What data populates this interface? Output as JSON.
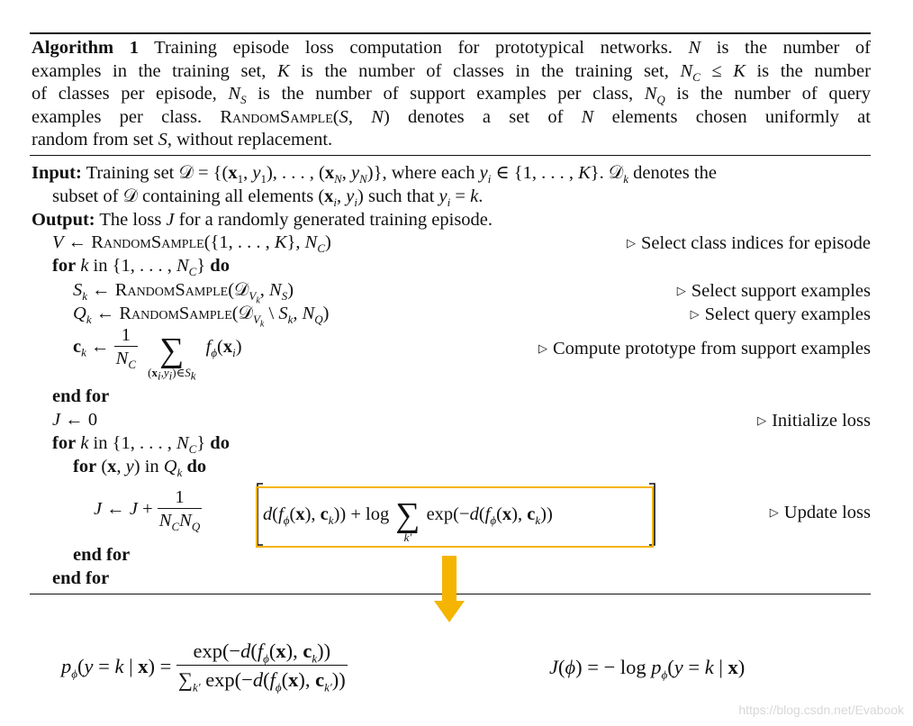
{
  "caption": {
    "label": "Algorithm 1",
    "lines": [
      "Training episode loss computation for prototypical networks. N is the number of",
      "examples in the training set, K is the number of classes in the training set, N_C ≤ K is the number",
      "of classes per episode, N_S is the number of support examples per class, N_Q is the number of query",
      "examples per class. RandomSample(S, N) denotes a set of N elements chosen uniformly at",
      "random from set S, without replacement."
    ]
  },
  "input": {
    "label": "Input:",
    "line1": "Training set 𝒟 = {(x₁, y₁), . . . , (x_N, y_N)}, where each yᵢ ∈ {1, . . . , K}. 𝒟ₖ denotes the",
    "line2": "subset of 𝒟 containing all elements (xᵢ, yᵢ) such that yᵢ = k."
  },
  "output": {
    "label": "Output:",
    "text": "The loss J for a randomly generated training episode."
  },
  "steps": {
    "v_assign": "V ← RandomSample({1, . . . , K}, N_C)",
    "for_k": "for k in {1, . . . , N_C} do",
    "s_assign": "S_k ← RandomSample(𝒟_{V_k}, N_S)",
    "q_assign": "Q_k ← RandomSample(𝒟_{V_k} \\ S_k, N_Q)",
    "c_assign": "c_k ← 1/N_C Σ_{(x_i,y_i)∈S_k} f_φ(x_i)",
    "end_for_1": "end for",
    "j_init": "J ← 0",
    "for_k2": "for k in {1, . . . , N_C} do",
    "for_xy": "for (x, y) in Q_k do",
    "j_update": "J ← J + 1/(N_C N_Q) [d(f_φ(x), c_k)) + log Σ_{k'} exp(−d(f_φ(x), c_k))]",
    "end_for_2": "end for",
    "end_for_3": "end for"
  },
  "comments": {
    "c1": "Select class indices for episode",
    "c2": "Select support examples",
    "c3": "Select query examples",
    "c4": "Compute prototype from support examples",
    "c5": "Initialize loss",
    "c6": "Update loss"
  },
  "formulas": {
    "softmax": "p_φ(y = k | x) = exp(−d(f_φ(x), c_k)) / Σ_{k'} exp(−d(f_φ(x), c_{k'}))",
    "loss": "J(φ) = − log p_φ(y = k | x)"
  },
  "watermark": "https://blog.csdn.net/Evabook",
  "colors": {
    "highlight": "#f5b400",
    "rule": "#111111"
  }
}
